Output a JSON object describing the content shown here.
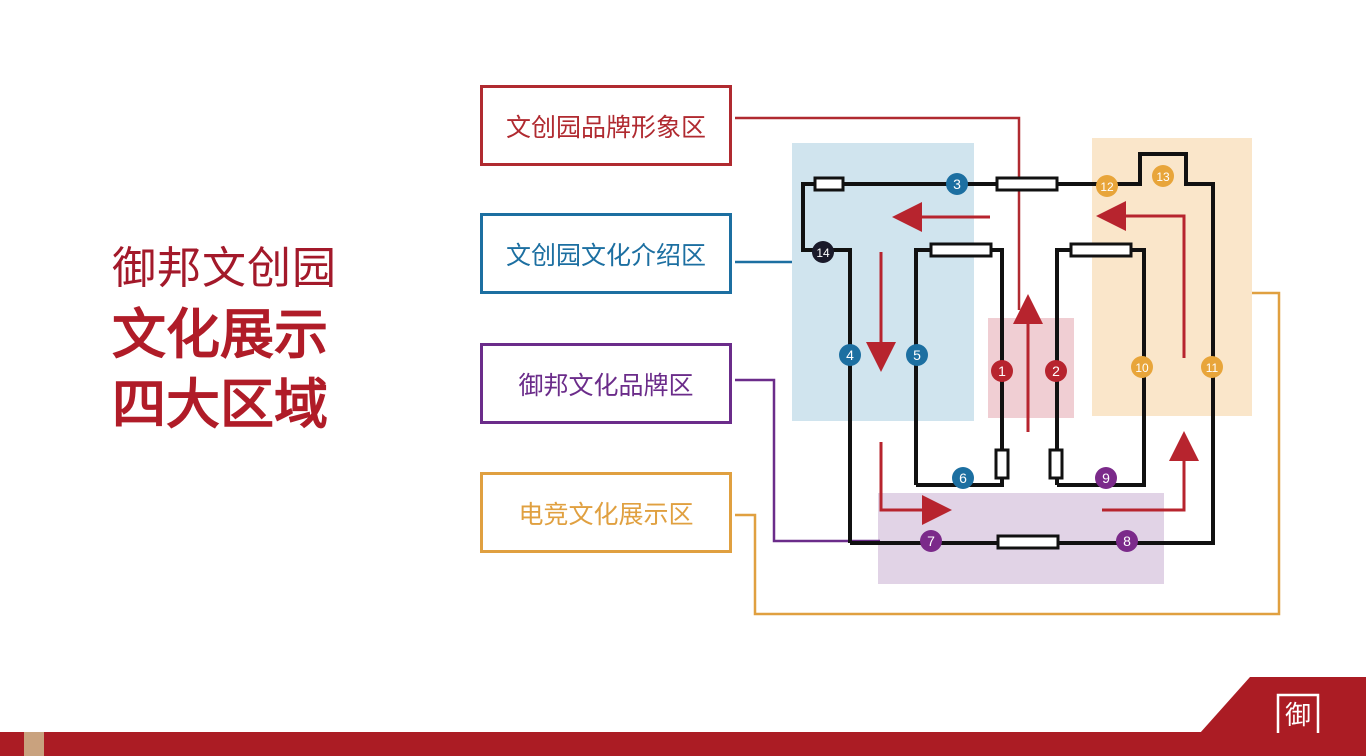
{
  "title": {
    "line1": "御邦文创园",
    "line2": "文化展示",
    "line3": "四大区域"
  },
  "zones": [
    {
      "id": "brand-image",
      "label": "文创园品牌形象区",
      "color": "#b02a30",
      "fill": "#e8b4bb"
    },
    {
      "id": "culture-intro",
      "label": "文创园文化介绍区",
      "color": "#1c6fa1",
      "fill": "#a9cde0"
    },
    {
      "id": "yubang-brand",
      "label": "御邦文化品牌区",
      "color": "#6b2c8a",
      "fill": "#cdb6d6"
    },
    {
      "id": "esports",
      "label": "电竞文化展示区",
      "color": "#e0a040",
      "fill": "#f7d6a6"
    }
  ],
  "markers": [
    {
      "n": "1",
      "zone": "brand-image",
      "color": "#b7242e"
    },
    {
      "n": "2",
      "zone": "brand-image",
      "color": "#b7242e"
    },
    {
      "n": "3",
      "zone": "culture-intro",
      "color": "#1c6fa1"
    },
    {
      "n": "4",
      "zone": "culture-intro",
      "color": "#1c6fa1"
    },
    {
      "n": "5",
      "zone": "culture-intro",
      "color": "#1c6fa1"
    },
    {
      "n": "6",
      "zone": "culture-intro",
      "color": "#1c6fa1"
    },
    {
      "n": "7",
      "zone": "yubang-brand",
      "color": "#7b2a8a"
    },
    {
      "n": "8",
      "zone": "yubang-brand",
      "color": "#7b2a8a"
    },
    {
      "n": "9",
      "zone": "yubang-brand",
      "color": "#7b2a8a"
    },
    {
      "n": "10",
      "zone": "esports",
      "color": "#e8a53a"
    },
    {
      "n": "11",
      "zone": "esports",
      "color": "#e8a53a"
    },
    {
      "n": "12",
      "zone": "esports",
      "color": "#e8a53a"
    },
    {
      "n": "13",
      "zone": "esports",
      "color": "#e8a53a"
    },
    {
      "n": "14",
      "zone": "culture-intro",
      "color": "#1a1a2a"
    }
  ],
  "colors": {
    "brand_red": "#ab1c24",
    "footer_accent": "#c9a27e",
    "arrow": "#b7242e",
    "wall": "#111111"
  },
  "logo": {
    "glyph": "御"
  }
}
